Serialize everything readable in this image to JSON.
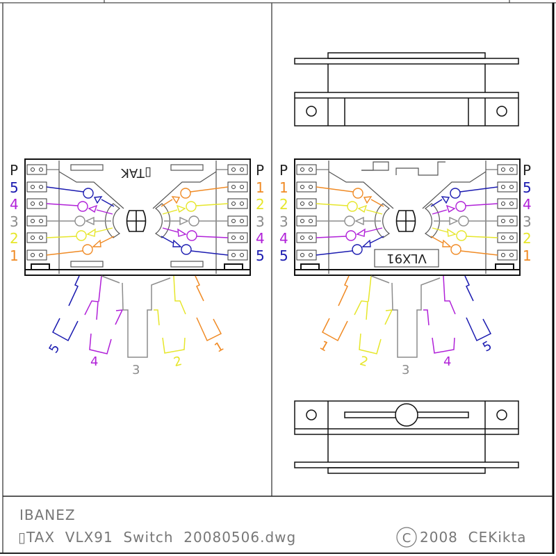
{
  "title_block": {
    "line1": "IBANEZ",
    "line2": "▯TAX  VLX91  Switch  20080506.dwg",
    "copyright_symbol": "C",
    "copyright_text": "2008  CEKikta"
  },
  "left_switch": {
    "name": "▯TAK",
    "name_rotated": true,
    "left_labels": [
      "P",
      "5",
      "4",
      "3",
      "2",
      "1"
    ],
    "right_labels": [
      "P",
      "1",
      "2",
      "3",
      "4",
      "5"
    ],
    "lug_labels": [
      "5",
      "4",
      "3",
      "2",
      "1"
    ]
  },
  "right_switch": {
    "name": "VLX91",
    "name_rotated": true,
    "left_labels": [
      "P",
      "1",
      "2",
      "3",
      "4",
      "5"
    ],
    "right_labels": [
      "P",
      "5",
      "4",
      "3",
      "2",
      "1"
    ],
    "lug_labels": [
      "1",
      "2",
      "3",
      "4",
      "5"
    ]
  },
  "colors": {
    "1": "#f08a24",
    "2": "#e6e62a",
    "3": "#8c8c8c",
    "4": "#b020d8",
    "5": "#1a1ab0",
    "P": "#222222",
    "outline": "#111111",
    "frame": "#555555"
  }
}
